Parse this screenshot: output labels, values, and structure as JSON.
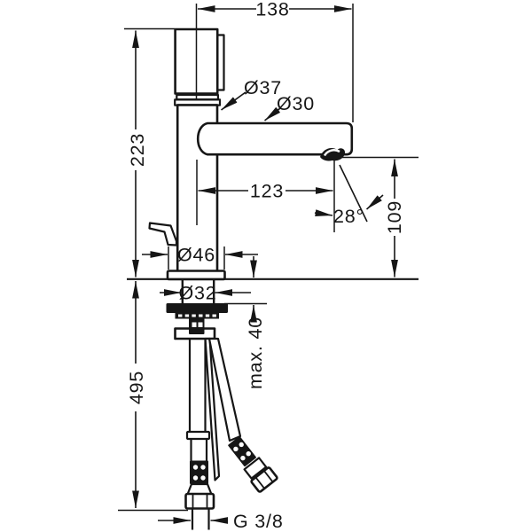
{
  "colors": {
    "line": "#161616",
    "background": "#ffffff"
  },
  "dimension_labels": {
    "overall_width": "138",
    "height_to_top": "223",
    "spout_reach": "123",
    "spout_height": "109",
    "stream_angle": "28°",
    "body_diameter": "Ø37",
    "spout_diameter": "Ø30",
    "base_diameter": "Ø46",
    "shank_diameter": "Ø32",
    "max_deck_thickness": "max. 40",
    "hose_length": "495",
    "connection_thread": "G 3/8"
  }
}
